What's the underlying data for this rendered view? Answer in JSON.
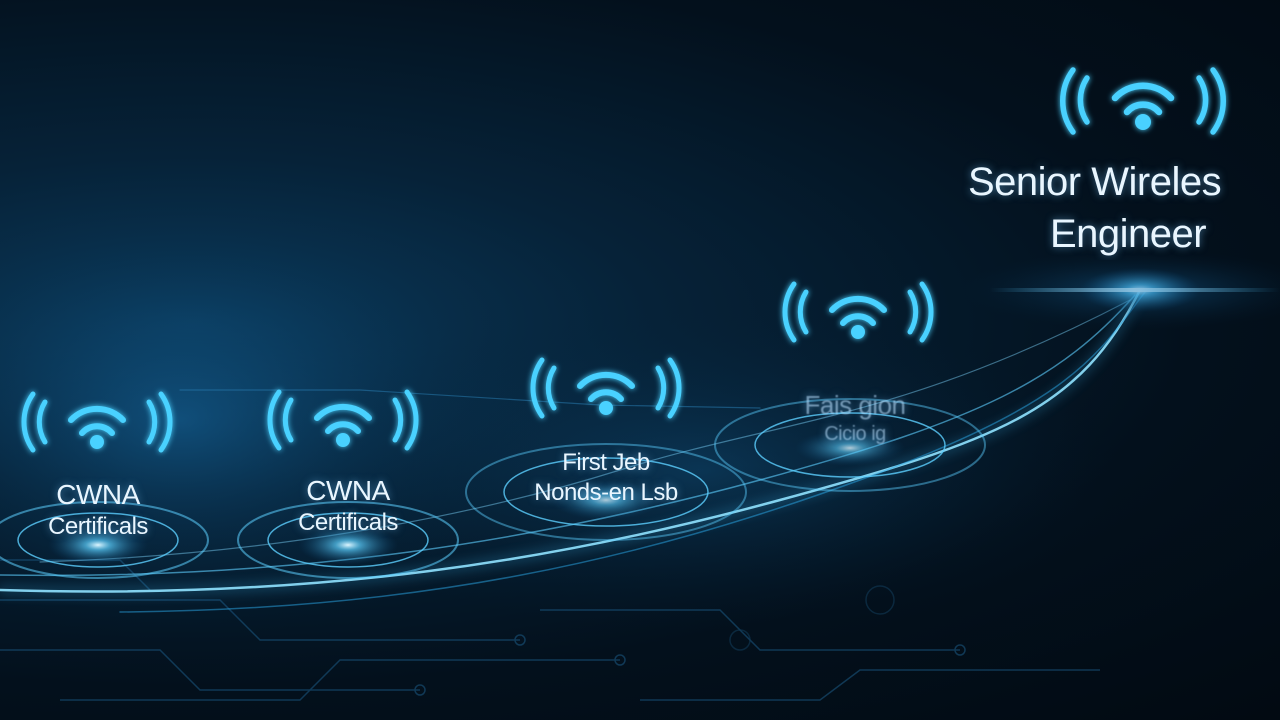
{
  "stages": [
    {
      "id": "cwna-1",
      "line1": "CWNA",
      "line2": "Certificals"
    },
    {
      "id": "cwna-2",
      "line1": "CWNA",
      "line2": "Certificals"
    },
    {
      "id": "first-job",
      "line1": "First Jeb",
      "line2": "Nonds-en Lsb"
    },
    {
      "id": "stage-4",
      "line1": "Fais gion",
      "line2": "Cicio ig"
    },
    {
      "id": "senior",
      "line1": "Senior Wireles",
      "line2": "Engineer"
    }
  ],
  "colors": {
    "accent": "#3fc4ff",
    "glow": "#7fd8ff",
    "background": "#020a12"
  },
  "icons": [
    "wifi-icon"
  ]
}
